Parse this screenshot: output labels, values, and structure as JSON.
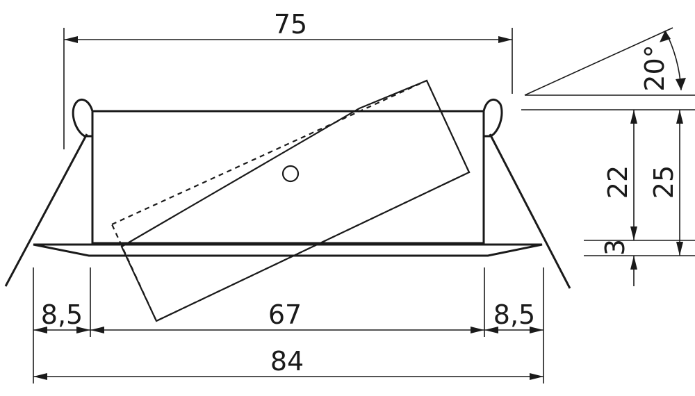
{
  "colors": {
    "line": "#1a1a1a",
    "background": "#ffffff"
  },
  "dimensions": {
    "top_width": "75",
    "angle": "20°",
    "inner_height": "22",
    "total_height": "25",
    "flange_height": "3",
    "left_margin": "8,5",
    "inner_width": "67",
    "right_margin": "8,5",
    "total_width": "84"
  }
}
